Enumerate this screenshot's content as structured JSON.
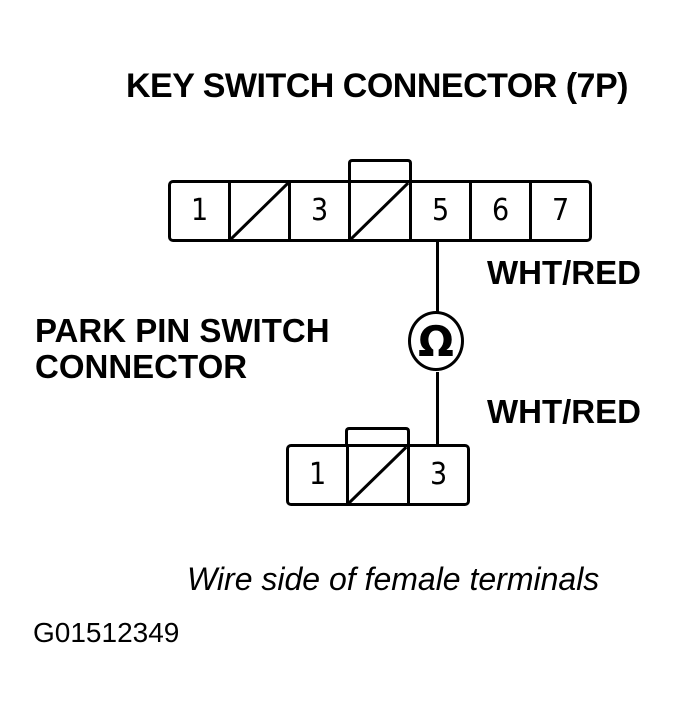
{
  "title": "KEY SWITCH CONNECTOR (7P)",
  "key_switch_connector": {
    "pins": [
      {
        "label": "1",
        "slashed": false
      },
      {
        "label": "",
        "slashed": true
      },
      {
        "label": "3",
        "slashed": false
      },
      {
        "label": "",
        "slashed": true
      },
      {
        "label": "5",
        "slashed": false
      },
      {
        "label": "6",
        "slashed": false
      },
      {
        "label": "7",
        "slashed": false
      }
    ]
  },
  "wire_labels": {
    "upper": "WHT/RED",
    "lower": "WHT/RED"
  },
  "meter": {
    "type": "ohmmeter",
    "symbol": "Ω"
  },
  "park_pin_switch_connector": {
    "label_line1": "PARK PIN SWITCH",
    "label_line2": "CONNECTOR",
    "pins": [
      {
        "label": "1",
        "slashed": false
      },
      {
        "label": "",
        "slashed": true
      },
      {
        "label": "3",
        "slashed": false
      }
    ]
  },
  "caption": "Wire side of female terminals",
  "figure_id": "G01512349",
  "colors": {
    "ink": "#000000",
    "background": "#ffffff"
  }
}
